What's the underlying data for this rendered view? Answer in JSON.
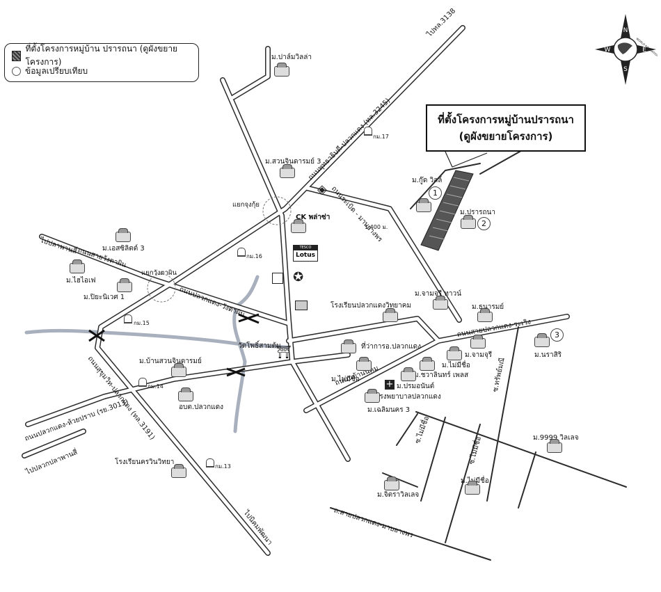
{
  "legend": {
    "project_label": "ที่ตั้งโครงการหมู่บ้าน ปรารถนา (ดูผังขยายโครงการ)",
    "compare_label": "ข้อมูลเปรียบเทียบ"
  },
  "callout": {
    "line1": "ที่ตั้งโครงการหมู่บ้านปรารถนา",
    "line2": "(ดูผังขยายโครงการ)"
  },
  "compass": {
    "n": "N",
    "s": "S",
    "e": "E",
    "w": "W",
    "ring_text": "WORLD NAVIGATION"
  },
  "roads": {
    "to_3138": "ไปทล.3138",
    "main_3245": "ถนนพุทธาธิบดี-ปลวกแดง (ทล.3245)",
    "banrung": "ถนนระเบิด - มาบยางพร",
    "to_pluakdaeng_left": "ไปปลาพานสี่",
    "sai_wang": "ถนนสายวังตาผิน",
    "pluak_wang": "ถนนปลวกแดง-วังตาผิน",
    "sukhumvit": "ถนนสุขุมวิท-ปลวกแดง (ทล.3191)",
    "pluak_huaipong": "ถนนปลวกแดง-ห้วยปราบ (รย.3013)",
    "to_plasuan": "ไปปลวกปลาพานสี่",
    "to_nikhom": "ไปนิคมพัฒนา",
    "pluak_rawing": "ถนนสายปลวกแดง-ระเวิง",
    "bannonkhom": "ถนนนบ้านนิคม",
    "sai_pluak_mab": "ถ.สายปลวกแดง-มาบยางพร",
    "soi_mai_mi_chue": "ซ.ไม่มีชื่อ",
    "soi_thap_kaew": "ซ.ทรัพย์มณี",
    "soi_mai_mi_chue2": "ซ.ไม่มีชื่อ"
  },
  "junctions": {
    "yaeng_ku": "แยกจุงกุ้ย",
    "yaeng_wang": "แยกวังตาผิน"
  },
  "km_markers": {
    "km17": "กม.17",
    "km16": "กม.16",
    "km15": "กม.15",
    "km14": "กม.14",
    "km13": "กม.13"
  },
  "distance": "1,400 ม.",
  "places": {
    "palm_villa": "ม.ปาล์มวิลล่า",
    "suan_jinda3": "ม.สวนจินดารมย์ 3",
    "good_villa": "ม.กู๊ด วิลล์",
    "prathana": "ม.ปรารถนา",
    "ck_plaza": "CK พล่าซ่า",
    "lotus": "Lotus",
    "lotus_top": "TESCO",
    "yaeng_wang_label": "แยกวังตาผิน",
    "excellent3": "ม.เอสซิลิตต์ 3",
    "hi_ofe": "ม.ไฮไอเฟ",
    "piya_niwet": "ม.ปิยะนิเวศ 1",
    "school_pluak": "โรงเรียนปลวกแดงวิทยาคม",
    "jamjuri_town": "ม.จามจุรี ทาวน์",
    "thanarom": "ม.ธนารมย์",
    "jamjuri": "ม.จามจุรี",
    "narasiri": "ม.นราสิริ",
    "district_office": "ที่ว่าการอ.ปลวกแดง",
    "wat": "วัดโพธิ์สามต้น",
    "ban_suan": "ม.บ้านสวนจินดารมย์",
    "mai_mi_chue_a": "ม.ไม่มีชื่อ",
    "mai_mi_chue_b": "ม.ไม่มีชื่อ",
    "mai_mi_chue_c": "ม.ไม่มีชื่อ",
    "chawalit": "ม.ชวาลินทร์ เพลส",
    "pathom": "ม.ปรมอนันต์",
    "hospital": "โรงพยาบาลปลวกแดง",
    "chaloem3": "ม.เฉลิมนคร 3",
    "tambon": "อบต.ปลวกแดง",
    "school_krn": "โรงเรียนครวินวิทยา",
    "village_9999": "ม.9999 วิลเลจ",
    "chitra": "ม.จิตราวิลเลจ"
  },
  "numbers": {
    "n1": "1",
    "n2": "2",
    "n3": "3"
  },
  "colors": {
    "road": "#2b2b2b",
    "river": "#a9b0bd",
    "project": "#555555"
  }
}
